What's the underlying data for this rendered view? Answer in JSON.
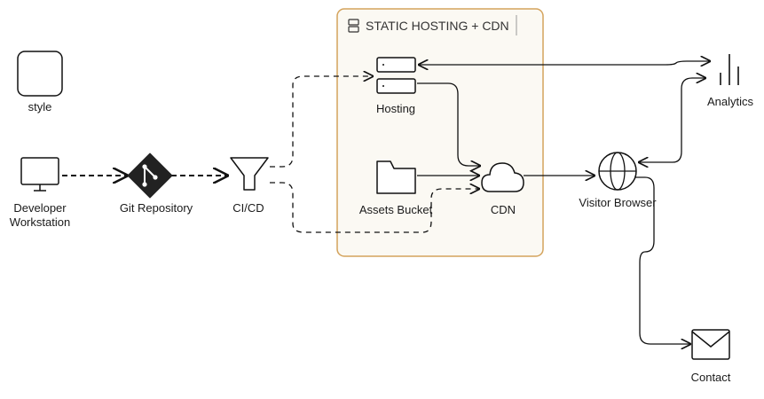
{
  "group": {
    "title": "STATIC HOSTING + CDN",
    "fill": "#fbf9f3",
    "stroke": "#d4a35c"
  },
  "nodes": {
    "style": {
      "label": "style"
    },
    "developer": {
      "label_line1": "Developer",
      "label_line2": "Workstation"
    },
    "git": {
      "label": "Git Repository"
    },
    "cicd": {
      "label": "CI/CD"
    },
    "hosting": {
      "label": "Hosting"
    },
    "assets": {
      "label": "Assets Bucket"
    },
    "cdn": {
      "label": "CDN"
    },
    "browser": {
      "label": "Visitor Browser"
    },
    "analytics": {
      "label": "Analytics"
    },
    "contact": {
      "label": "Contact"
    }
  },
  "icons": {
    "style": "rounded-square-icon",
    "developer": "monitor-icon",
    "git": "git-diamond-icon",
    "cicd": "funnel-icon",
    "hosting": "server-stack-icon",
    "assets": "folder-icon",
    "cdn": "cloud-icon",
    "browser": "globe-icon",
    "analytics": "bar-chart-icon",
    "contact": "envelope-icon",
    "group": "server-icon"
  }
}
